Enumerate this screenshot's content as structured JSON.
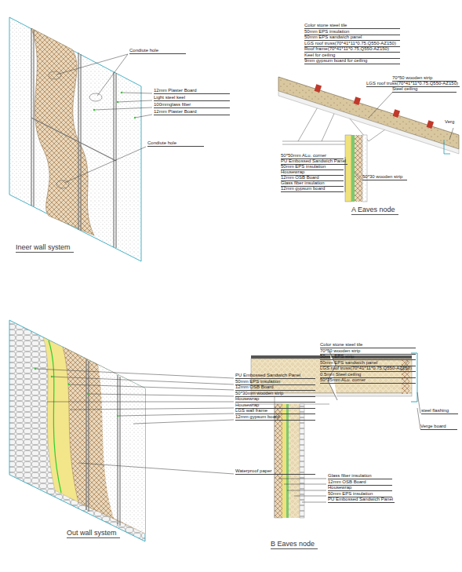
{
  "diagram": {
    "labels": [
      "Condiute hole",
      "12mm Plaster Board",
      "Light steel keel",
      "100mmglass fiber",
      "12mm Plaster Board",
      "Condiute hole",
      "Ineer wall system",
      "Color stone steel tile",
      "50mm EPS insulation",
      "50mm EPS sandwich panel",
      "LGS roof truss(70*41*11*0.75,Q550-AZ150)",
      "Roof frame(70*41*11*0.75,Q550-AZ150)",
      "Keel for ceiling",
      "9mm gypsum board for ceiling",
      "70*50 wooden strip",
      "LGS roof truss(70*41*11*0.75,Q550-AZ150)",
      "Steel ceiling",
      "Verg",
      "50*50mm ALu. corner",
      "PU Embossed Sandwich Panel",
      "50mm EPS insulation",
      "Housewrap",
      "12mm OSB Board",
      "Glass fiber insulation",
      "12mm gypsum board",
      "50*30 wooden strip",
      "A  Eaves node",
      "PU Embossed Sandwich Panel",
      "50mm EPS insulation",
      "12mm OSB Board",
      "50*30mm wooden strip",
      "Housewrap",
      "Housewrap",
      "LGS wall frame",
      "12mm gypsum board",
      "Waterproof paper",
      "Out wall system",
      "Color stone steel tile",
      "70*50 wooden strip",
      "50mm EPS strip",
      "50mm EPS sandwich panel",
      "LGS roof truss(70*41*11*0.75,Q550-AZ150)",
      "0.5mm Steel ceiling",
      "50*35mm ALu. corner",
      "steel flashing",
      "Verge board",
      "Glass fiber insulation",
      "12mm OSB Board",
      "Housewrap",
      "50mm EPS insulation",
      "PU Embossed Sandwich Panel",
      "B  Eaves node"
    ]
  }
}
